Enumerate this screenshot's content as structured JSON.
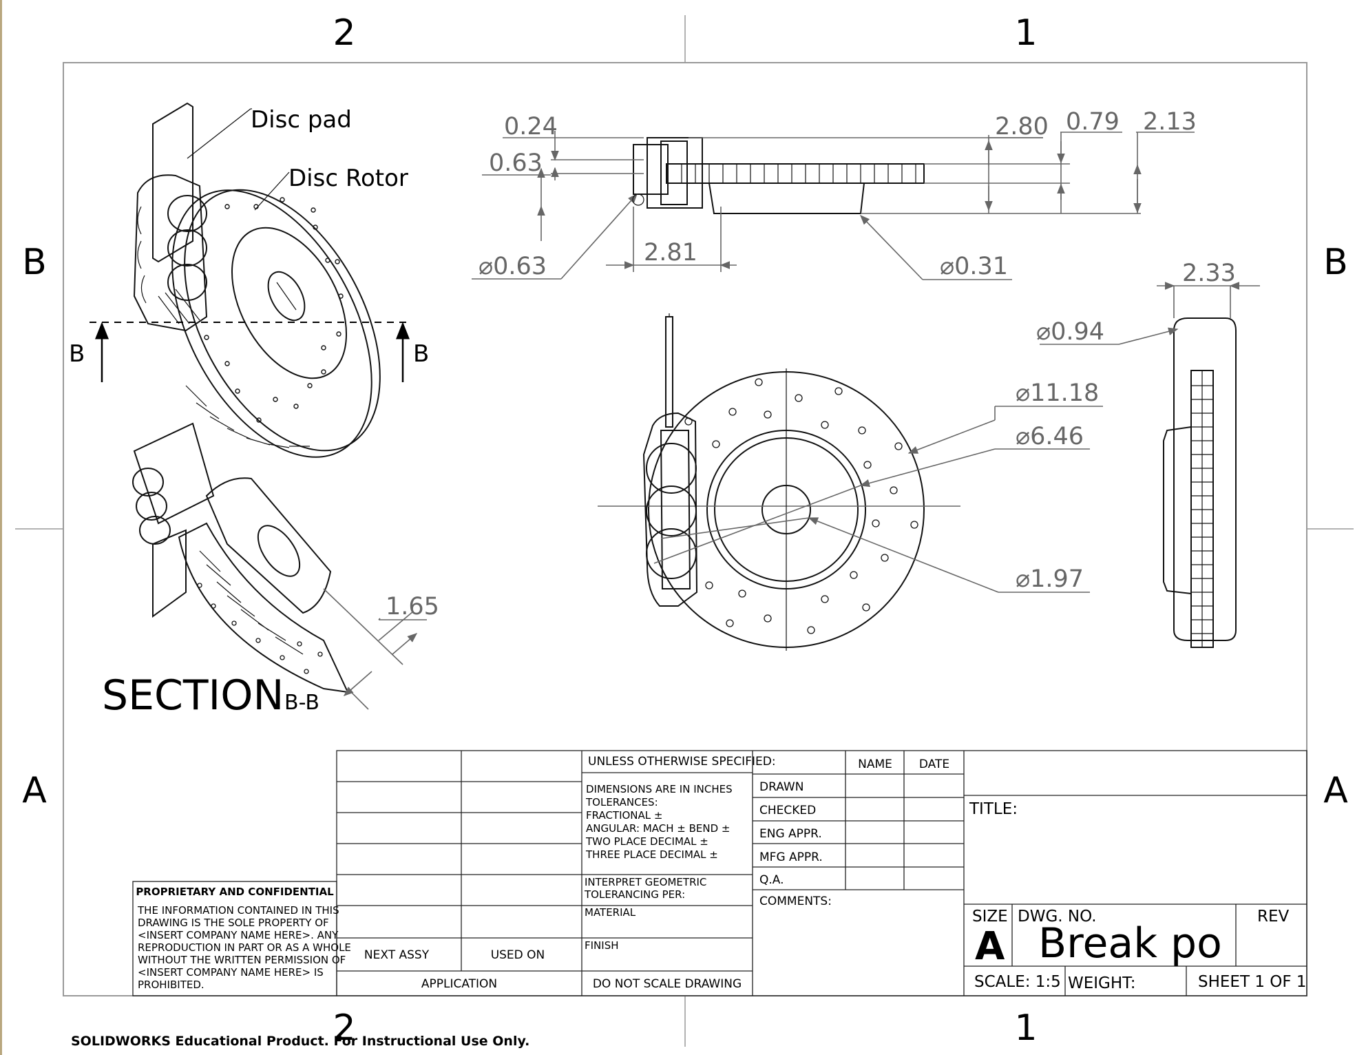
{
  "zones": {
    "col_2": "2",
    "col_1": "1",
    "row_B": "B",
    "row_A": "A"
  },
  "callouts": {
    "disc_pad": "Disc pad",
    "disc_rotor": "Disc Rotor",
    "section_marker": "B"
  },
  "section_label": {
    "word": "SECTION",
    "id": "B-B"
  },
  "dimensions": {
    "d_0_24": "0.24",
    "d_0_63": "0.63",
    "d_2_80": "2.80",
    "d_0_79": "0.79",
    "d_2_13": "2.13",
    "d_dia_0_63": "⌀0.63",
    "d_2_81": "2.81",
    "d_dia_0_31": "⌀0.31",
    "d_2_33": "2.33",
    "d_dia_0_94": "⌀0.94",
    "d_dia_11_18": "⌀11.18",
    "d_dia_6_46": "⌀6.46",
    "d_dia_1_97": "⌀1.97",
    "d_1_65": "1.65"
  },
  "title_block": {
    "unless": "UNLESS OTHERWISE SPECIFIED:",
    "name": "NAME",
    "date": "DATE",
    "dims_line1": "DIMENSIONS ARE IN INCHES",
    "dims_line2": "TOLERANCES:",
    "dims_line3": "FRACTIONAL ±",
    "dims_line4": "ANGULAR: MACH ±    BEND ±",
    "dims_line5": "TWO PLACE DECIMAL    ±",
    "dims_line6": "THREE PLACE DECIMAL  ±",
    "interpret_1": "INTERPRET GEOMETRIC",
    "interpret_2": "TOLERANCING PER:",
    "material": "MATERIAL",
    "finish": "FINISH",
    "next_assy": "NEXT ASSY",
    "used_on": "USED ON",
    "application": "APPLICATION",
    "do_not_scale": "DO NOT SCALE DRAWING",
    "drawn": "DRAWN",
    "checked": "CHECKED",
    "eng_appr": "ENG APPR.",
    "mfg_appr": "MFG APPR.",
    "qa": "Q.A.",
    "comments": "COMMENTS:",
    "title": "TITLE:",
    "size_label": "SIZE",
    "size_value": "A",
    "dwg_no_label": "DWG.  NO.",
    "dwg_no_value": "Break po",
    "rev": "REV",
    "scale": "SCALE: 1:5",
    "weight": "WEIGHT:",
    "sheet": "SHEET 1 OF 1",
    "prop_title": "PROPRIETARY AND CONFIDENTIAL",
    "prop_1": "THE INFORMATION CONTAINED IN THIS",
    "prop_2": "DRAWING IS THE SOLE PROPERTY OF",
    "prop_3": "<INSERT COMPANY NAME HERE>.  ANY",
    "prop_4": "REPRODUCTION IN PART OR AS A WHOLE",
    "prop_5": "WITHOUT THE WRITTEN PERMISSION OF",
    "prop_6": "<INSERT COMPANY NAME HERE> IS",
    "prop_7": "PROHIBITED."
  },
  "footer": "SOLIDWORKS Educational Product. For Instructional Use Only."
}
